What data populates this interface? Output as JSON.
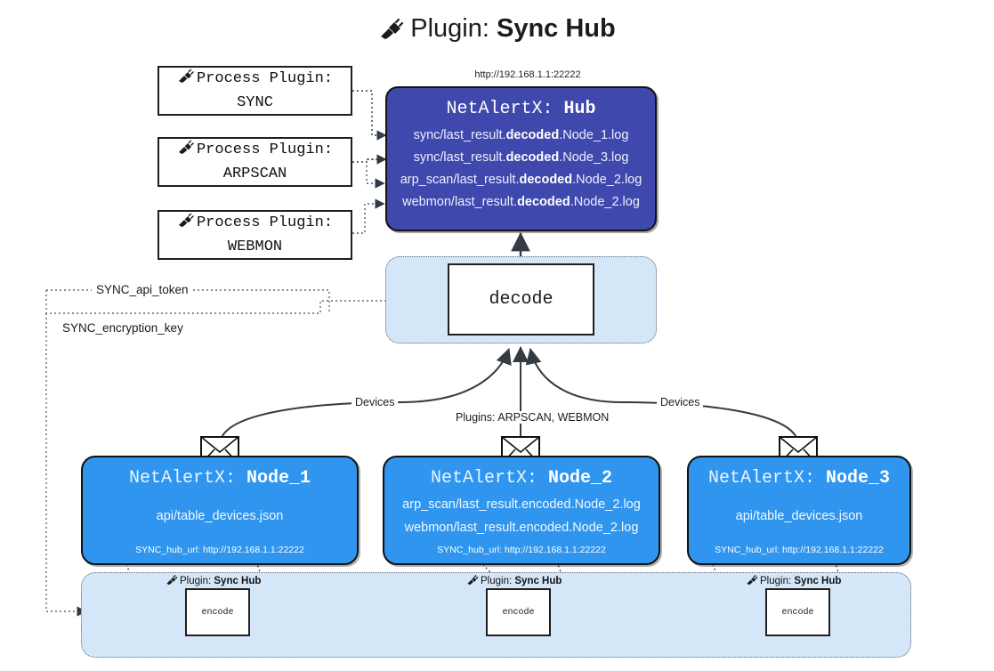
{
  "title": {
    "icon": "plug-icon",
    "prefix": "Plugin:",
    "name": "Sync Hub"
  },
  "hub": {
    "url": "http://192.168.1.1:22222",
    "header_prefix": "NetAlertX:",
    "header_name": "Hub",
    "logs": [
      {
        "pre": "sync/last_result.",
        "mid": "decoded",
        "post": ".Node_1.log"
      },
      {
        "pre": "sync/last_result.",
        "mid": "decoded",
        "post": ".Node_3.log"
      },
      {
        "pre": "arp_scan/last_result.",
        "mid": "decoded",
        "post": ".Node_2.log"
      },
      {
        "pre": "webmon/last_result.",
        "mid": "decoded",
        "post": ".Node_2.log"
      }
    ]
  },
  "process_plugins": [
    {
      "icon": "plug-icon",
      "line1": "Process Plugin:",
      "line2": "SYNC"
    },
    {
      "icon": "plug-icon",
      "line1": "Process Plugin:",
      "line2": "ARPSCAN"
    },
    {
      "icon": "plug-icon",
      "line1": "Process Plugin:",
      "line2": "WEBMON"
    }
  ],
  "decode": {
    "label": "decode"
  },
  "settings": {
    "api_token": "SYNC_api_token",
    "encryption_key": "SYNC_encryption_key"
  },
  "edge_labels": {
    "left": "Devices",
    "center": "Plugins: ARPSCAN, WEBMON",
    "right": "Devices"
  },
  "nodes": [
    {
      "icon": "envelope-icon",
      "header_prefix": "NetAlertX:",
      "header_name": "Node_1",
      "resources": [
        "api/table_devices.json"
      ],
      "footer": "SYNC_hub_url: http://192.168.1.1:22222"
    },
    {
      "icon": "envelope-icon",
      "header_prefix": "NetAlertX:",
      "header_name": "Node_2",
      "resources": [
        "arp_scan/last_result.encoded.Node_2.log",
        "webmon/last_result.encoded.Node_2.log"
      ],
      "footer": "SYNC_hub_url: http://192.168.1.1:22222"
    },
    {
      "icon": "envelope-icon",
      "header_prefix": "NetAlertX:",
      "header_name": "Node_3",
      "resources": [
        "api/table_devices.json"
      ],
      "footer": "SYNC_hub_url: http://192.168.1.1:22222"
    }
  ],
  "encoders": [
    {
      "icon": "plug-icon",
      "tag_prefix": "Plugin:",
      "tag_name": "Sync Hub",
      "label": "encode"
    },
    {
      "icon": "plug-icon",
      "tag_prefix": "Plugin:",
      "tag_name": "Sync Hub",
      "label": "encode"
    },
    {
      "icon": "plug-icon",
      "tag_prefix": "Plugin:",
      "tag_name": "Sync Hub",
      "label": "encode"
    }
  ],
  "colors": {
    "hub": "#3f48ac",
    "node": "#2f95ee",
    "band": "#d4e7f8",
    "stroke": "#1f1f1f"
  }
}
